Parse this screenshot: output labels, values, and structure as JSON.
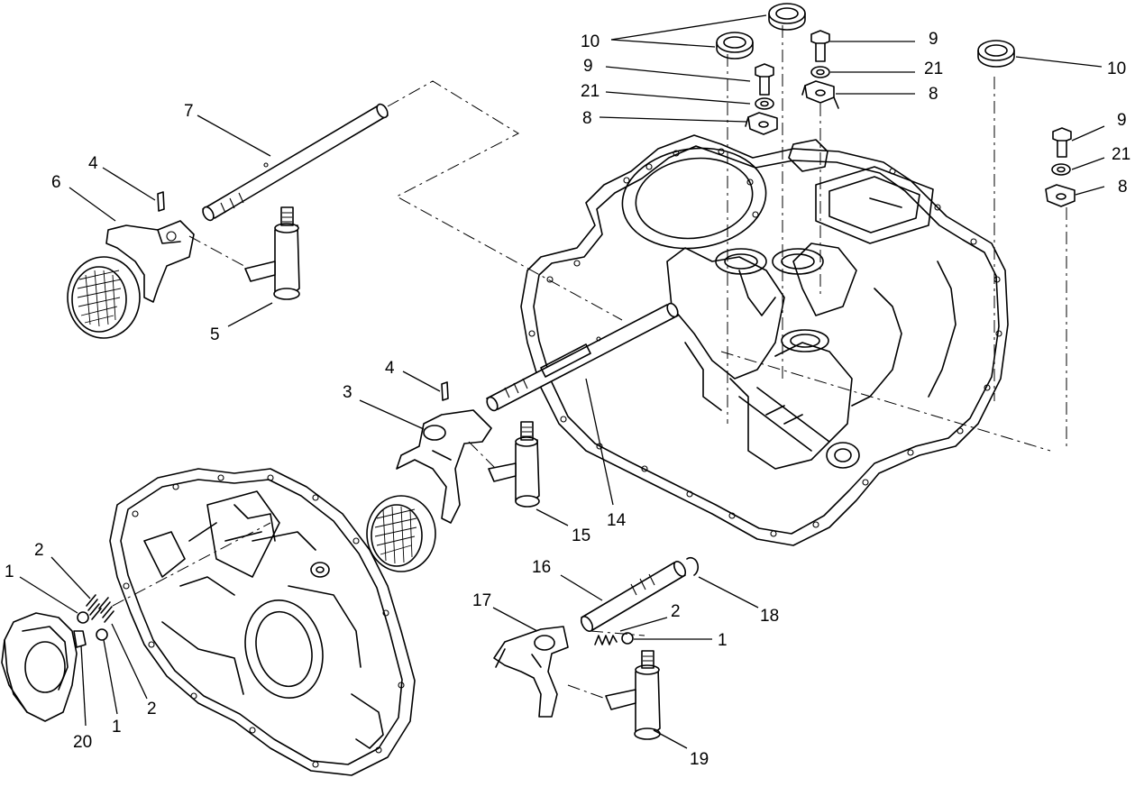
{
  "diagram": {
    "callouts": [
      {
        "id": "c10a",
        "text": "10"
      },
      {
        "id": "c9a",
        "text": "9"
      },
      {
        "id": "c21a",
        "text": "21"
      },
      {
        "id": "c8a",
        "text": "8"
      },
      {
        "id": "c9b",
        "text": "9"
      },
      {
        "id": "c21b",
        "text": "21"
      },
      {
        "id": "c8b",
        "text": "8"
      },
      {
        "id": "c10b",
        "text": "10"
      },
      {
        "id": "c9c",
        "text": "9"
      },
      {
        "id": "c21c",
        "text": "21"
      },
      {
        "id": "c8c",
        "text": "8"
      },
      {
        "id": "c7",
        "text": "7"
      },
      {
        "id": "c4a",
        "text": "4"
      },
      {
        "id": "c6",
        "text": "6"
      },
      {
        "id": "c5",
        "text": "5"
      },
      {
        "id": "c4b",
        "text": "4"
      },
      {
        "id": "c3",
        "text": "3"
      },
      {
        "id": "c14",
        "text": "14"
      },
      {
        "id": "c15",
        "text": "15"
      },
      {
        "id": "c16",
        "text": "16"
      },
      {
        "id": "c18",
        "text": "18"
      },
      {
        "id": "c17",
        "text": "17"
      },
      {
        "id": "c2c",
        "text": "2"
      },
      {
        "id": "c1c",
        "text": "1"
      },
      {
        "id": "c19",
        "text": "19"
      },
      {
        "id": "c2a",
        "text": "2"
      },
      {
        "id": "c1a",
        "text": "1"
      },
      {
        "id": "c20",
        "text": "20"
      },
      {
        "id": "c1b",
        "text": "1"
      },
      {
        "id": "c2b",
        "text": "2"
      }
    ]
  }
}
